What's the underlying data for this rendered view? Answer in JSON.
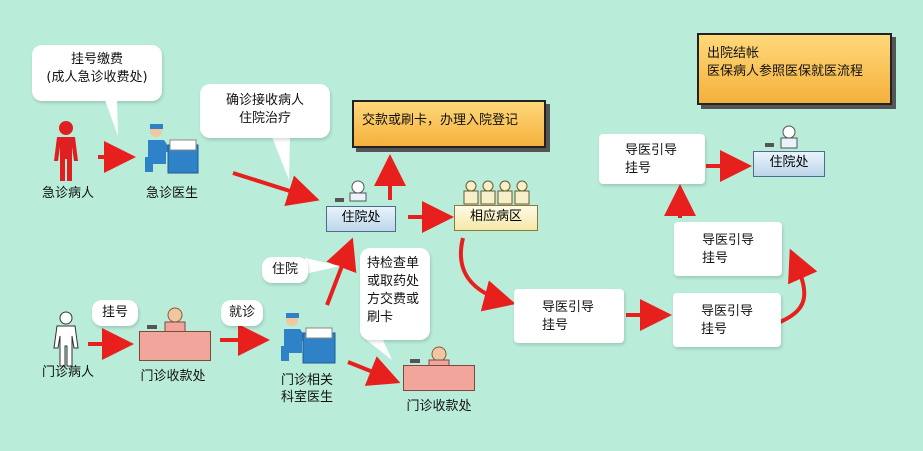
{
  "labels": {
    "emergency_patient": "急诊病人",
    "emergency_doctor": "急诊医生",
    "outpatient_patient": "门诊病人",
    "outpatient_cashier_1": "门诊收款处",
    "outpatient_doctor_l1": "门诊相关",
    "outpatient_doctor_l2": "科室医生",
    "outpatient_cashier_2": "门诊收款处"
  },
  "bubbles": {
    "register_pay_l1": "挂号缴费",
    "register_pay_l2": "(成人急诊收费处)",
    "confirm_l1": "确诊接收病人",
    "confirm_l2": "住院治疗",
    "admit": "住院",
    "register": "挂号",
    "visit": "就诊",
    "hold_l1": "持检查单",
    "hold_l2": "或取药处",
    "hold_l3": "方交费或",
    "hold_l4": "刷卡"
  },
  "boxes": {
    "inpatient_center": "住院处",
    "ward": "相应病区",
    "inpatient_right": "住院处"
  },
  "guides": [
    {
      "l1": "导医引导",
      "l2": "挂号"
    },
    {
      "l1": "导医引导",
      "l2": "挂号"
    },
    {
      "l1": "导医引导",
      "l2": "挂号"
    },
    {
      "l1": "导医引导",
      "l2": "挂号"
    }
  ],
  "callouts": {
    "admission": "交款或刷卡，办理入院登记",
    "title_l1": "出院结帐",
    "title_l2": "医保病人参照医保就医流程"
  },
  "colors": {
    "background": "#b9ecd9",
    "arrow": "#e8201d",
    "emergency_patient": "#e02020",
    "callout_orange": "#f4b13c",
    "desk_pink": "#f2a59a"
  }
}
